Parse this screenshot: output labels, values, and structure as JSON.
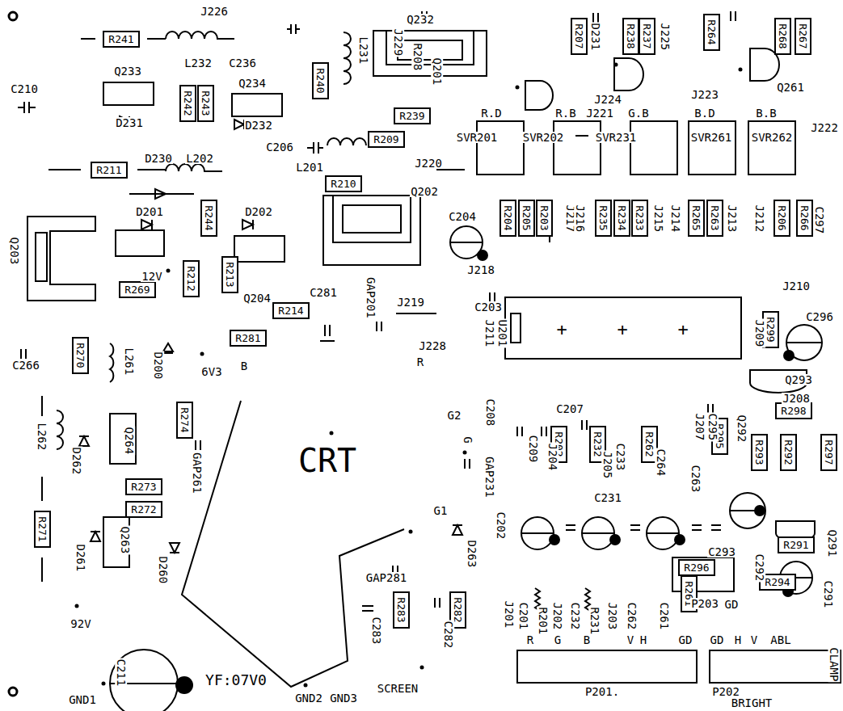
{
  "diagram": {
    "nodes": [
      {
        "text": [
          "R241"
        ]
      },
      {
        "text": [
          "R207"
        ]
      },
      {
        "text": [
          "R238"
        ]
      },
      {
        "text": [
          "R237"
        ]
      },
      {
        "text": [
          "R264"
        ]
      },
      {
        "text": [
          "R268"
        ]
      },
      {
        "text": [
          "R267"
        ]
      },
      {
        "text": [
          "R240"
        ]
      },
      {
        "text": [
          "R242"
        ]
      },
      {
        "text": [
          "R243"
        ]
      },
      {
        "text": [
          "R239"
        ]
      },
      {
        "text": [
          "R209"
        ]
      },
      {
        "text": [
          "R211"
        ]
      },
      {
        "text": [
          "R210"
        ]
      },
      {
        "text": [
          "R244"
        ]
      },
      {
        "text": [
          "R204"
        ]
      },
      {
        "text": [
          "R205"
        ]
      },
      {
        "text": [
          "R203"
        ]
      },
      {
        "text": [
          "R235"
        ]
      },
      {
        "text": [
          "R234"
        ]
      },
      {
        "text": [
          "R233"
        ]
      },
      {
        "text": [
          "R265"
        ]
      },
      {
        "text": [
          "R263"
        ]
      },
      {
        "text": [
          "R206"
        ]
      },
      {
        "text": [
          "R266"
        ]
      },
      {
        "text": [
          "R212"
        ]
      },
      {
        "text": [
          "R213"
        ]
      },
      {
        "text": [
          "R269"
        ]
      },
      {
        "text": [
          "R214"
        ]
      },
      {
        "text": [
          "R299"
        ]
      },
      {
        "text": [
          "R281"
        ]
      },
      {
        "text": [
          "R270"
        ]
      },
      {
        "text": [
          "R298"
        ]
      },
      {
        "text": [
          "R274"
        ]
      },
      {
        "text": [
          "R202"
        ]
      },
      {
        "text": [
          "R232"
        ]
      },
      {
        "text": [
          "R262"
        ]
      },
      {
        "text": [
          "R295"
        ]
      },
      {
        "text": [
          "R293"
        ]
      },
      {
        "text": [
          "R292"
        ]
      },
      {
        "text": [
          "R297"
        ]
      },
      {
        "text": [
          "R273"
        ]
      },
      {
        "text": [
          "R272"
        ]
      },
      {
        "text": [
          "R271"
        ]
      },
      {
        "text": [
          "R291"
        ]
      },
      {
        "text": [
          "R296"
        ]
      },
      {
        "text": [
          "R294"
        ]
      },
      {
        "text": [
          "R261"
        ]
      },
      {
        "text": [
          "R283"
        ]
      },
      {
        "text": [
          "R282"
        ]
      }
    ],
    "labels": [
      "J226",
      "L232",
      "C236",
      "Q232",
      "J229",
      "R208",
      "Q201",
      "D231",
      "J225",
      "C210",
      "Q233",
      "Q234",
      "D231",
      "D232",
      "L231",
      "J224",
      "J223",
      "Q261",
      "R.D",
      "R.B",
      "J221",
      "G.B",
      "B.D",
      "B.B",
      "J222",
      "SVR201",
      "SVR202",
      "SVR231",
      "SVR261",
      "SVR262",
      "C206",
      "L201",
      "J220",
      "D230",
      "L202",
      "Q202",
      "C204",
      "J217",
      "J216",
      "J215",
      "J214",
      "J213",
      "J212",
      "C297",
      "Q203",
      "D201",
      "D202",
      "J218",
      "J210",
      "12V",
      "Q204",
      "C281",
      "GAP201",
      "J219",
      "C203",
      "J211",
      "U201",
      "+",
      "+",
      "+",
      "J228",
      "R",
      "C296",
      "J209",
      "D200",
      "C266",
      "L261",
      "6V3",
      "B",
      "Q293",
      "J208",
      "C207",
      "G2",
      "C208",
      "G",
      "C209",
      "J204",
      "J205",
      "C233",
      "C264",
      "C295",
      "J207",
      "Q292",
      "C263",
      "GAP231",
      "L262",
      "D262",
      "Q264",
      "GAP261",
      "CRT",
      "C231",
      "C202",
      "G1",
      "D263",
      "D261",
      "Q263",
      "D260",
      "C293",
      "Q291",
      "C292",
      "GAP281",
      "C283",
      "C282",
      "J201",
      "C201",
      "R201",
      "J202",
      "C232",
      "R231",
      "J203",
      "C262",
      "C261",
      "P203",
      "GD",
      "92V",
      "C291",
      "R",
      "G",
      "B",
      "V",
      "H",
      "GD",
      "GD",
      "H",
      "V",
      "ABL",
      "CLAMP",
      "P201.",
      "P202",
      "BRIGHT",
      "C211",
      "YF:07V0",
      "GND1",
      "GND2",
      "GND3",
      "SCREEN"
    ]
  }
}
